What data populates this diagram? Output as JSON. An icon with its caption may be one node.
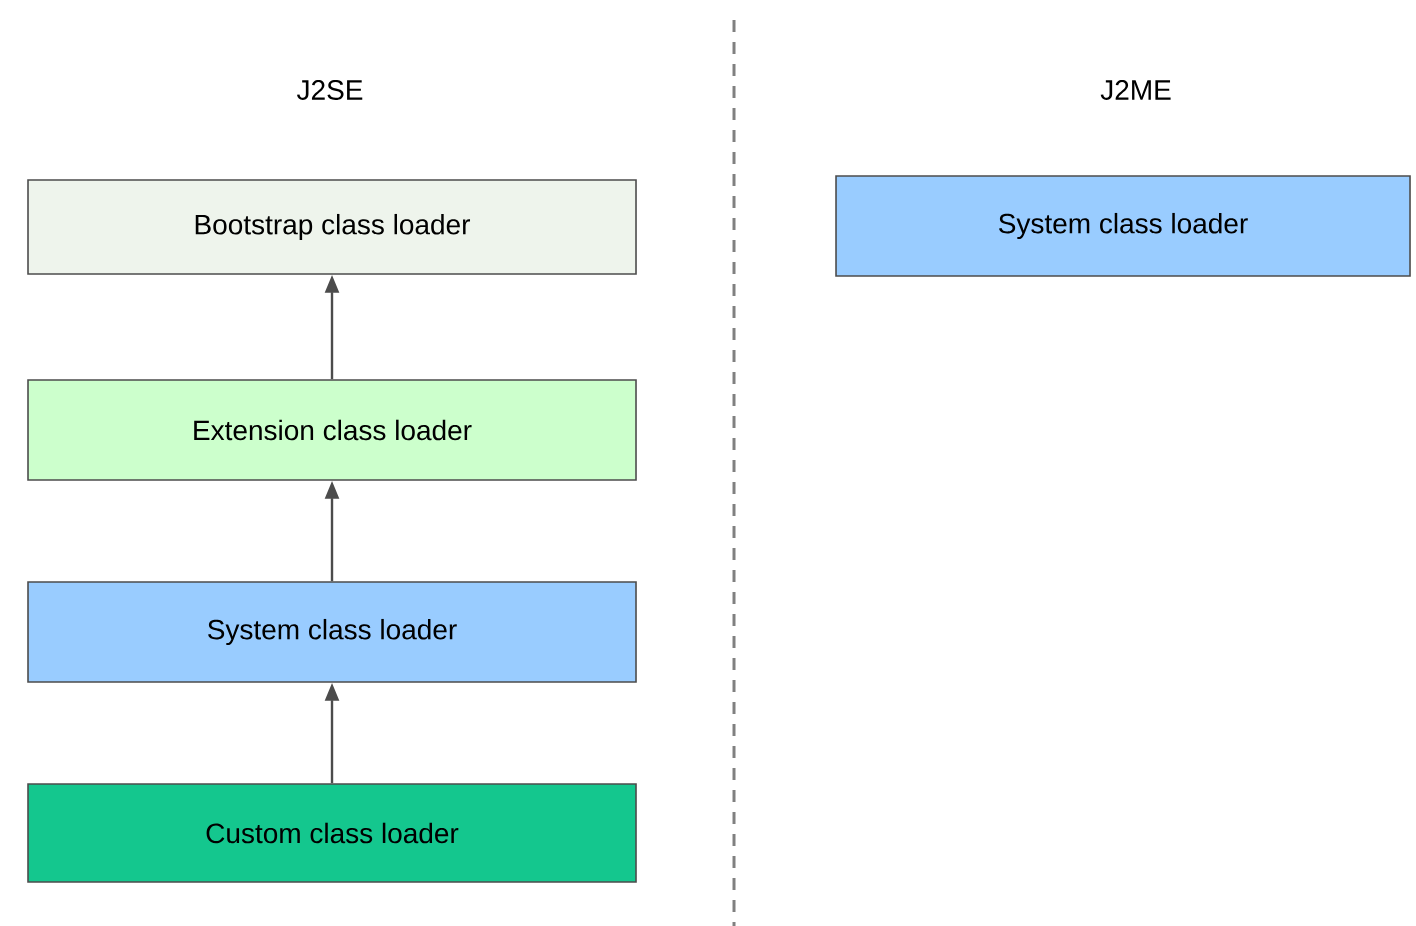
{
  "diagram": {
    "nodes": [
      {
        "text": [
          "Bootstrap class loader"
        ]
      },
      {
        "text": [
          "Extension class loader"
        ]
      },
      {
        "text": [
          "System class loader"
        ]
      },
      {
        "text": [
          "Custom class loader"
        ]
      },
      {
        "text": [
          "System class loader"
        ]
      }
    ],
    "edges": [
      {
        "from": 1,
        "to": 0,
        "arrow": "to"
      },
      {
        "from": 2,
        "to": 1,
        "arrow": "to"
      },
      {
        "from": 3,
        "to": 2,
        "arrow": "to"
      }
    ],
    "labels": [
      "J2SE",
      "J2ME"
    ]
  }
}
